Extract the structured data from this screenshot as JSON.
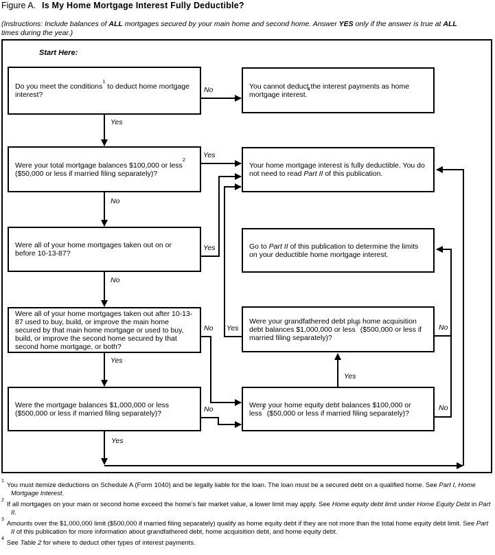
{
  "title": {
    "figure_label": "Figure A.",
    "heading": "Is My Home Mortgage Interest Fully Deductible?"
  },
  "instructions": {
    "line1_runs": [
      "(Instructions: Include balances of ",
      "ALL",
      " mortgages secured by your main home and second home. Answer ",
      "YES",
      " only if the answer is true at ",
      "ALL"
    ],
    "line2": "times during the year.)"
  },
  "start_here": "Start Here:",
  "labels": {
    "yes": "Yes",
    "no": "No"
  },
  "boxes": {
    "q_conditions": {
      "runs": [
        "Do you meet the conditions",
        "1",
        " to deduct home mortgage interest?"
      ]
    },
    "no_deduct": {
      "runs": [
        "You cannot deduct the interest payments as home mortgage interest.",
        "4"
      ]
    },
    "q_total_balances": {
      "runs": [
        "Were your total mortgage balances $100,000 or less",
        "2",
        " ($50,000 or less if married filing separately)?"
      ]
    },
    "fully_deductible": {
      "runs": [
        "Your home mortgage interest is fully deductible. You do not need to read ",
        "Part II",
        " of this publication."
      ]
    },
    "q_before_101387": {
      "runs": [
        "Were all of your home mortgages taken out on or before 10-13-87?"
      ]
    },
    "go_part2": {
      "runs": [
        "Go to ",
        "Part II",
        " of this publication to determine the limits on your deductible home mortgage interest."
      ]
    },
    "q_after_101387": {
      "runs": [
        "Were all of your home mortgages taken out after 10-13-87 used to buy, build, or improve the main home secured by that main home mortgage or used to buy, build, or improve the second home secured by that second home mortgage, or both?"
      ]
    },
    "q_grandfathered": {
      "runs": [
        "Were your grandfathered debt plus home acquisition debt balances $1,000,000 or less",
        "3",
        " ($500,000 or less if married filing separately)?"
      ]
    },
    "q_mortgage_1m": {
      "runs": [
        "Were the mortgage balances $1,000,000 or less ($500,000 or less if married filing separately)?"
      ]
    },
    "q_home_equity": {
      "runs": [
        "Were your home equity debt balances $100,000 or less",
        "2",
        " ($50,000 or less if married filing separately)?"
      ]
    }
  },
  "footnotes": [
    {
      "sup": "1",
      "runs": [
        "You must itemize deductions on Schedule A (Form 1040) and be legally liable for the loan. The loan must be a secured debt on a qualified home. See ",
        "Part I, Home Mortgage Interest",
        "."
      ]
    },
    {
      "sup": "2",
      "runs": [
        "If all mortgages on your main or second home exceed the home's fair market value, a lower limit may apply. See ",
        "Home equity debt limit",
        " under ",
        "Home Equity Debt",
        " in ",
        "Part II",
        "."
      ]
    },
    {
      "sup": "3",
      "runs": [
        "Amounts over the $1,000,000 limit ($500,000 if married filing separately) qualify as home equity debt if they are not more than the total home equity debt limit. See ",
        "Part II",
        " of this publication for more information about grandfathered debt, home acquisition debt, and home equity debt."
      ]
    },
    {
      "sup": "4",
      "runs": [
        "See ",
        "Table 2",
        " for where to deduct other types of interest payments."
      ]
    }
  ]
}
